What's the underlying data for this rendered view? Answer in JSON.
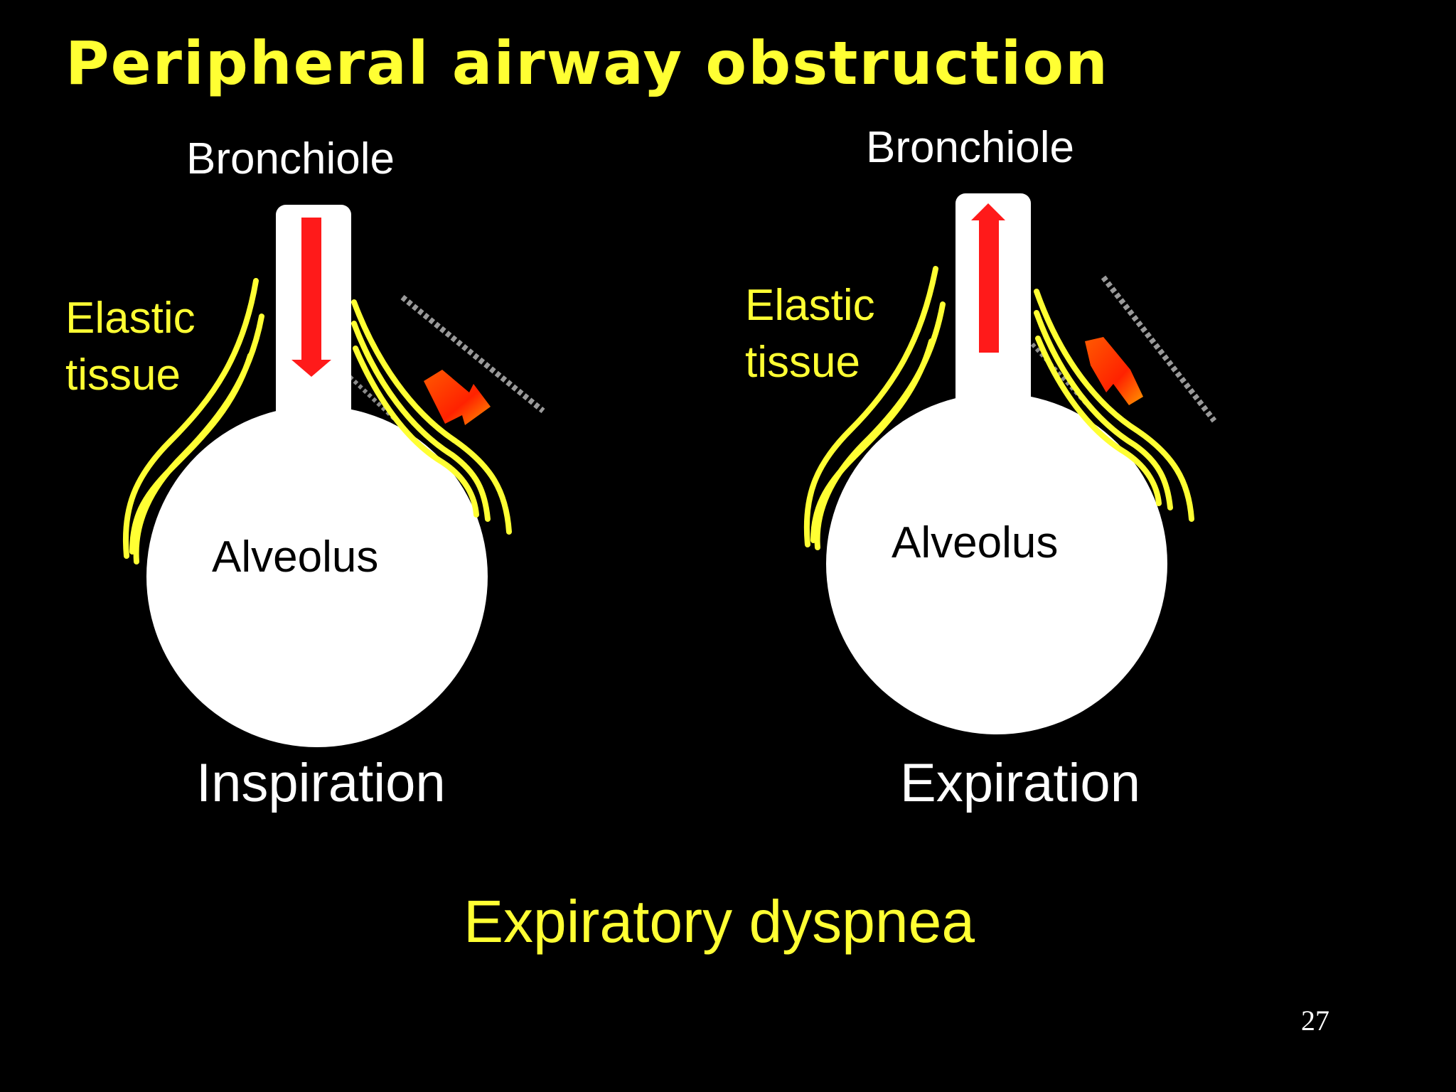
{
  "title": "Peripheral airway obstruction",
  "panels": [
    {
      "bronchiole_label": "Bronchiole",
      "elastic_label_line1": "Elastic",
      "elastic_label_line2": "tissue",
      "alveolus_label": "Alveolus",
      "phase_label": "Inspiration",
      "airflow_direction": "down"
    },
    {
      "bronchiole_label": "Bronchiole",
      "elastic_label_line1": "Elastic",
      "elastic_label_line2": "tissue",
      "alveolus_label": "Alveolus",
      "phase_label": "Expiration",
      "airflow_direction": "up"
    }
  ],
  "conclusion": "Expiratory dyspnea",
  "page_number": "27",
  "colors": {
    "background": "#000000",
    "title": "#FFFF33",
    "elastic_fibers": "#FFFF33",
    "airflow_arrow": "#FF1A1A",
    "tissue_arrow": "#FF3300",
    "structure": "#FFFFFF"
  }
}
